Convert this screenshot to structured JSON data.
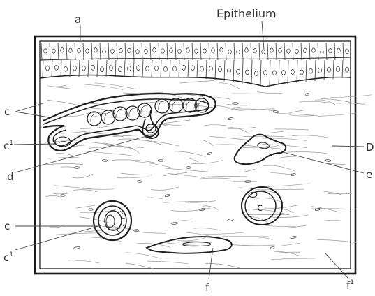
{
  "figure": {
    "labels": {
      "a": "a",
      "epithelium": "Epithelium",
      "c_top": "c",
      "c1_left": "c",
      "c1_left_sup": "1",
      "d": "d",
      "D": "D",
      "e": "e",
      "c_bottom_left": "c",
      "c1_bottom_left": "c",
      "c1_bottom_left_sup": "1",
      "c_inside_vessel": "c",
      "f": "f",
      "f1": "f",
      "f1_sup": "1"
    }
  },
  "colors": {
    "ink": "#1e1e1e",
    "label_text": "#333333",
    "fibre": "#9a9a9a",
    "background": "#ffffff"
  }
}
